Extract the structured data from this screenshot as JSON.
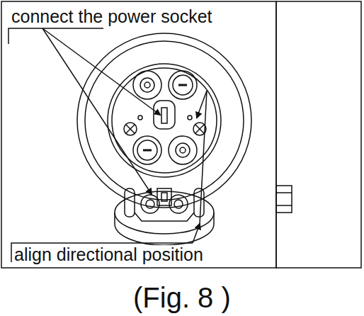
{
  "diagram": {
    "caption": "(Fig. 8 )",
    "labels": [
      "connect the power socket",
      "align directional position"
    ]
  }
}
